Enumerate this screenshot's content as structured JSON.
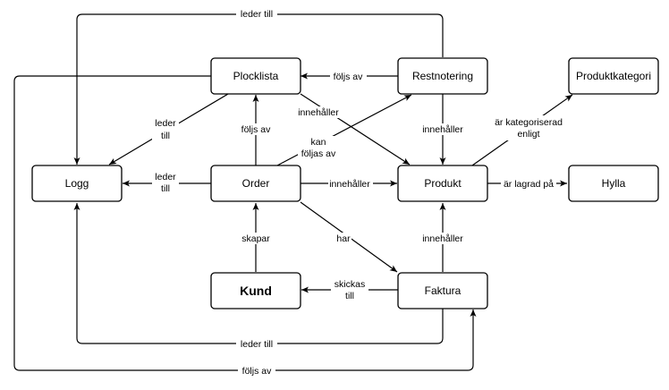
{
  "nodes": {
    "plocklista": "Plocklista",
    "restnotering": "Restnotering",
    "produktkategori": "Produktkategori",
    "logg": "Logg",
    "order": "Order",
    "produkt": "Produkt",
    "hylla": "Hylla",
    "kund": "Kund",
    "faktura": "Faktura"
  },
  "edges": {
    "restnotering_logg": "leder till",
    "restnotering_plocklista": "följs av",
    "plocklista_logg": [
      "leder",
      "till"
    ],
    "plocklista_produkt": "innehåller",
    "plocklista_loop": "följs av",
    "order_plocklista": "följs av",
    "order_restnotering": [
      "kan",
      "följas av"
    ],
    "order_logg": [
      "leder",
      "till"
    ],
    "order_produkt": "innehåller",
    "order_faktura": "har",
    "restnotering_produkt": "innehåller",
    "produkt_kategori": [
      "är kategoriserad",
      "enligt"
    ],
    "produkt_hylla": "är lagrad på",
    "kund_order": "skapar",
    "faktura_kund": [
      "skickas",
      "till"
    ],
    "faktura_produkt": "innehåller",
    "faktura_logg": "leder till"
  }
}
